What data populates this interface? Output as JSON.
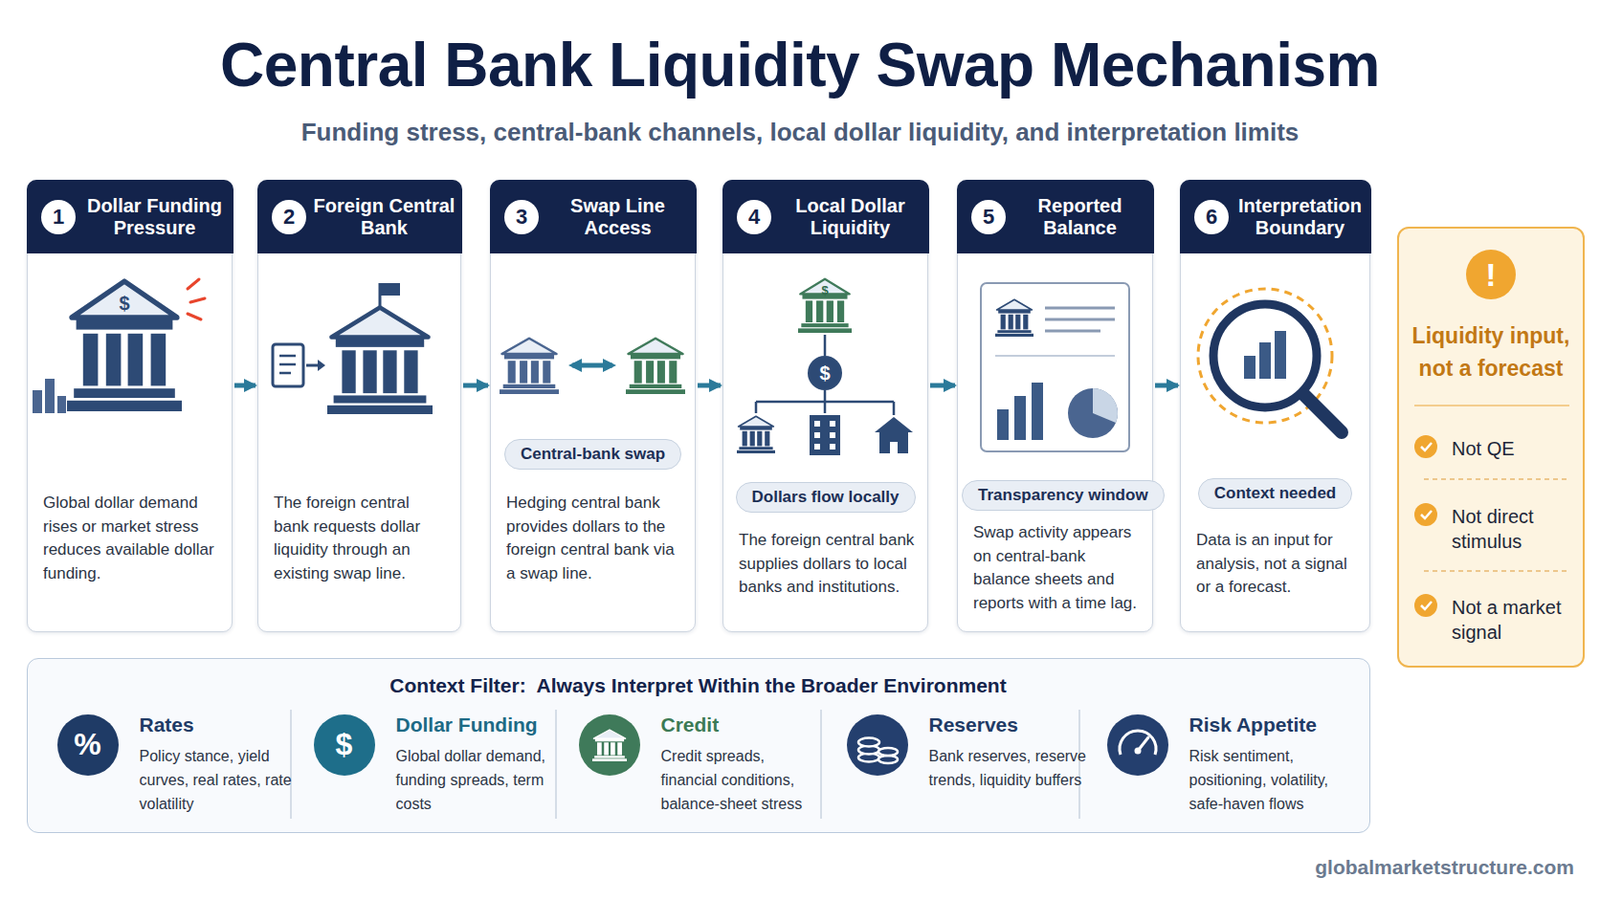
{
  "diagram": {
    "title": "Central Bank Liquidity Swap Mechanism",
    "caption": "Funding stress, central-bank channels, local dollar liquidity, and interpretation limits",
    "nodes": [
      {
        "text": [
          "1",
          "Dollar Funding Pressure",
          "Global dollar demand rises or market stress reduces available dollar funding."
        ]
      },
      {
        "text": [
          "2",
          "Foreign Central Bank",
          "The foreign central bank requests dollar liquidity through an existing swap line."
        ]
      },
      {
        "text": [
          "3",
          "Swap Line Access",
          "Hedging central bank provides dollars to the foreign central bank via a swap line."
        ]
      },
      {
        "text": [
          "Central-bank swap"
        ],
        "in": 2
      },
      {
        "text": [
          "4",
          "Local Dollar Liquidity",
          "The foreign central bank supplies dollars to local banks and institutions."
        ]
      },
      {
        "text": [
          "Dollars flow locally"
        ],
        "in": 4
      },
      {
        "text": [
          "5",
          "Reported Balance",
          "Swap activity appears on central-bank balance sheets and reports with a time lag."
        ]
      },
      {
        "text": [
          "Transparency window"
        ],
        "in": 6
      },
      {
        "text": [
          "6",
          "Interpretation Boundary",
          "Data is an input for analysis, not a signal or a forecast."
        ]
      },
      {
        "text": [
          "Context needed"
        ],
        "in": 8
      },
      {
        "text": [
          "!",
          "Liquidity input, not a forecast",
          "Not QE",
          "Not direct stimulus",
          "Not a market signal"
        ]
      },
      {
        "text": [
          "Context Filter:  Always Interpret Within the Broader Environment"
        ]
      },
      {
        "text": [
          "%",
          "Rates",
          "Policy stance, yield curves, real rates, rate volatility"
        ],
        "in": 11
      },
      {
        "text": [
          "$",
          "Dollar Funding",
          "Global dollar demand, funding spreads, term costs"
        ],
        "in": 11
      },
      {
        "text": [
          "Credit",
          "Credit spreads, financial conditions, balance-sheet stress"
        ],
        "in": 11
      },
      {
        "text": [
          "Reserves",
          "Bank reserves, reserve trends, liquidity buffers"
        ],
        "in": 11
      },
      {
        "text": [
          "Risk Appetite",
          "Risk sentiment, positioning, volatility, safe-haven flows"
        ],
        "in": 11
      }
    ],
    "edges": [
      {
        "from": 0,
        "to": 1,
        "arrow": "to"
      },
      {
        "from": 1,
        "to": 2,
        "arrow": "to"
      },
      {
        "from": 2,
        "to": 4,
        "arrow": "to"
      },
      {
        "from": 4,
        "to": 6,
        "arrow": "to"
      },
      {
        "from": 6,
        "to": 8,
        "arrow": "to"
      }
    ],
    "labels": [
      "$",
      "$",
      "$",
      "globalmarketstructure.com"
    ]
  }
}
